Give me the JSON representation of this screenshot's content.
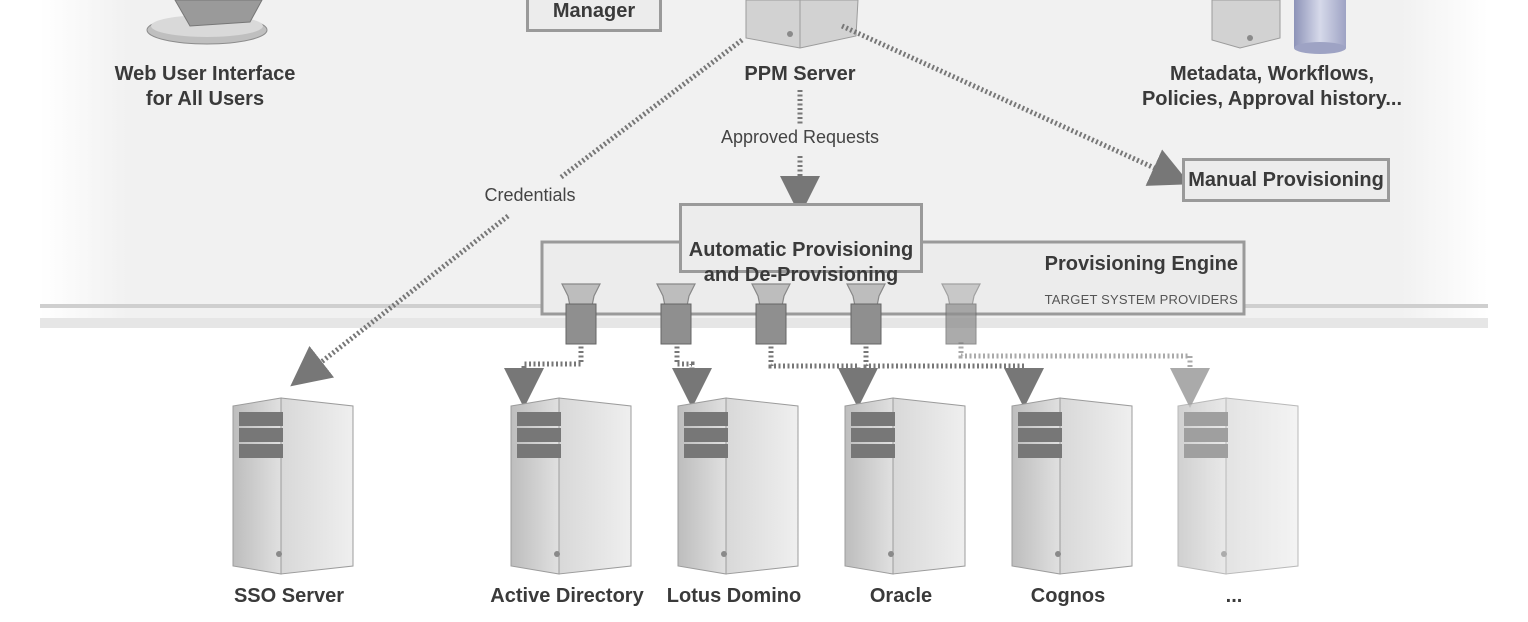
{
  "diagram": {
    "top": {
      "web_ui_label": "Web User Interface\nfor All Users",
      "manager_label": "Manager",
      "ppm_server_label": "PPM Server",
      "metadata_label": "Metadata, Workflows,\nPolicies, Approval history..."
    },
    "flows": {
      "approved_requests": "Approved Requests",
      "credentials": "Credentials"
    },
    "provisioning": {
      "manual": "Manual Provisioning",
      "automatic": "Automatic Provisioning\nand De-Provisioning",
      "engine": "Provisioning Engine",
      "target_providers": "TARGET SYSTEM PROVIDERS"
    },
    "targets": {
      "sso": "SSO Server",
      "active_directory": "Active Directory",
      "lotus_domino": "Lotus Domino",
      "oracle": "Oracle",
      "cognos": "Cognos",
      "more": "..."
    }
  },
  "colors": {
    "panel": "#f1f1f1",
    "line": "#777777",
    "text": "#3a3a3a"
  }
}
